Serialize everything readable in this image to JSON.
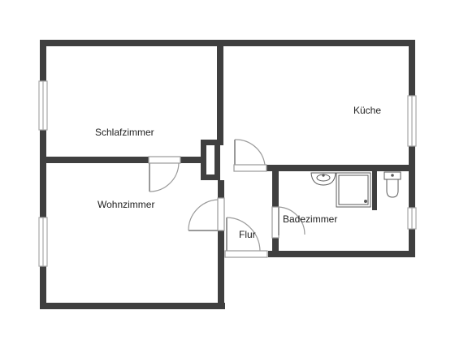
{
  "floorplan": {
    "colors": {
      "wall": "#3f3f3f",
      "door": "#9a9a9a",
      "window": "#a8a8a8",
      "fixture": "#5a5a5a",
      "background": "#ffffff"
    },
    "rooms": {
      "schlafzimmer": "Schlafzimmer",
      "kueche": "Küche",
      "wohnzimmer": "Wohnzimmer",
      "flur": "Flur",
      "badezimmer": "Badezimmer"
    },
    "fixtures": [
      "washbasin",
      "shower",
      "toilet"
    ]
  }
}
